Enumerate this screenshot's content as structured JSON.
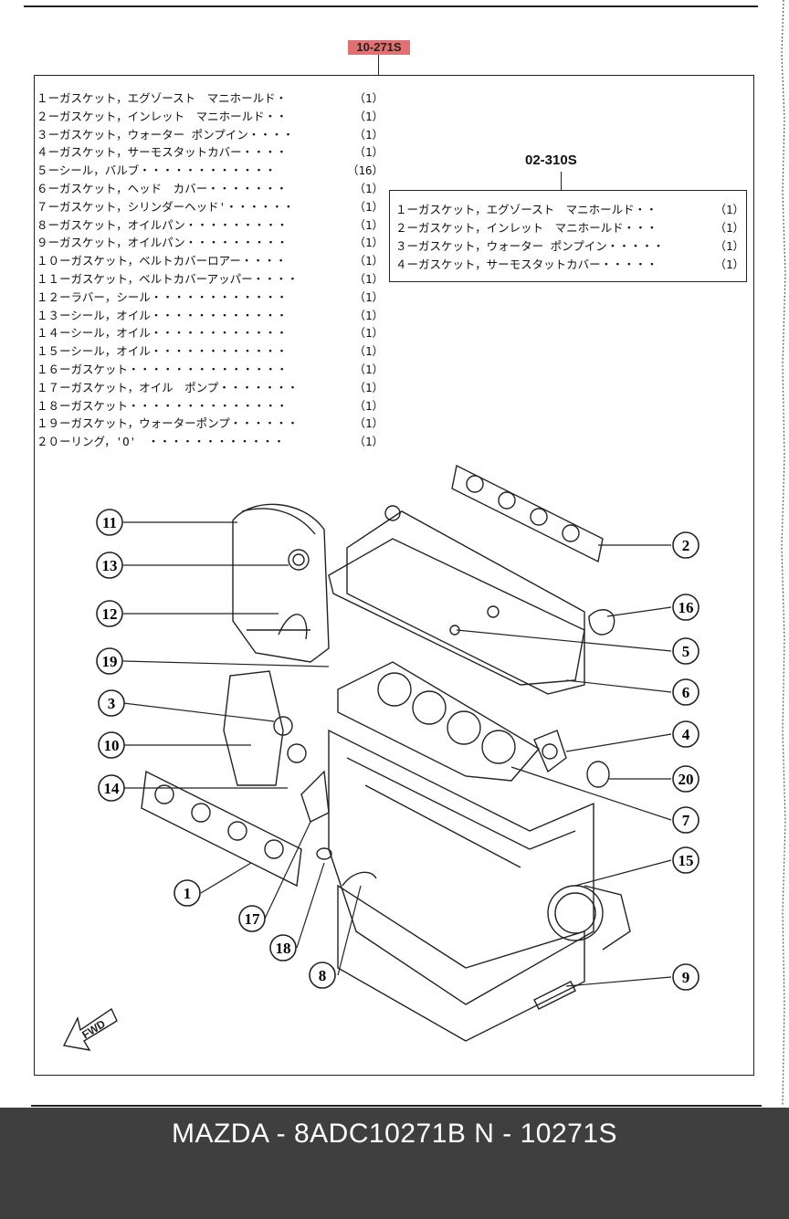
{
  "header": {
    "kit_ref": "10-271S"
  },
  "parts_list": [
    {
      "no": "１",
      "name": "ーガスケット，エグゾースト　マニホールド・",
      "qty": "（1）"
    },
    {
      "no": "２",
      "name": "ーガスケット，インレット　マニホールド・・",
      "qty": "（1）"
    },
    {
      "no": "３",
      "name": "ーガスケット，ウォーター ポンプイン・・・・",
      "qty": "（1）"
    },
    {
      "no": "４",
      "name": "ーガスケット，サーモスタットカバー・・・・",
      "qty": "（1）"
    },
    {
      "no": "５",
      "name": "ーシール，バルブ・・・・・・・・・・・・",
      "qty": "（16）"
    },
    {
      "no": "６",
      "name": "ーガスケット，ヘッド　カバー・・・・・・・",
      "qty": "（1）"
    },
    {
      "no": "７",
      "name": "ーガスケット，シリンダーヘッド'・・・・・・",
      "qty": "（1）"
    },
    {
      "no": "８",
      "name": "ーガスケット，オイルパン・・・・・・・・・",
      "qty": "（1）"
    },
    {
      "no": "９",
      "name": "ーガスケット，オイルパン・・・・・・・・・",
      "qty": "（1）"
    },
    {
      "no": "１０",
      "name": "ーガスケット，ベルトカバーロアー・・・・",
      "qty": "（1）"
    },
    {
      "no": "１１",
      "name": "ーガスケット，ベルトカバーアッパー・・・・",
      "qty": "（1）"
    },
    {
      "no": "１２",
      "name": "ーラバー，シール・・・・・・・・・・・・",
      "qty": "（1）"
    },
    {
      "no": "１３",
      "name": "ーシール，オイル・・・・・・・・・・・・",
      "qty": "（1）"
    },
    {
      "no": "１４",
      "name": "ーシール，オイル・・・・・・・・・・・・",
      "qty": "（1）"
    },
    {
      "no": "１５",
      "name": "ーシール，オイル・・・・・・・・・・・・",
      "qty": "（1）"
    },
    {
      "no": "１６",
      "name": "ーガスケット・・・・・・・・・・・・・・",
      "qty": "（1）"
    },
    {
      "no": "１７",
      "name": "ーガスケット，オイル　ポンプ・・・・・・・",
      "qty": "（1）"
    },
    {
      "no": "１８",
      "name": "ーガスケット・・・・・・・・・・・・・・",
      "qty": "（1）"
    },
    {
      "no": "１９",
      "name": "ーガスケット，ウォーターポンプ・・・・・・",
      "qty": "（1）"
    },
    {
      "no": "２０",
      "name": "ーリング，'O'　・・・・・・・・・・・・",
      "qty": "（1）"
    }
  ],
  "sub_kit": {
    "ref": "02-310S",
    "items": [
      {
        "no": "１",
        "name": "ーガスケット，エグゾースト　マニホールド・・",
        "qty": "（1）"
      },
      {
        "no": "２",
        "name": "ーガスケット，インレット　マニホールド・・・",
        "qty": "（1）"
      },
      {
        "no": "３",
        "name": "ーガスケット，ウォーター ポンプイン・・・・・",
        "qty": "（1）"
      },
      {
        "no": "４",
        "name": "ーガスケット，サーモスタットカバー・・・・・",
        "qty": "（1）"
      }
    ]
  },
  "callouts": [
    "11",
    "13",
    "12",
    "19",
    "3",
    "10",
    "14",
    "1",
    "17",
    "18",
    "8",
    "2",
    "16",
    "5",
    "6",
    "4",
    "20",
    "7",
    "15",
    "9"
  ],
  "fwd_label": "FWD",
  "footer": {
    "caption": "MAZDA - 8ADC10271B   N - 10271S"
  },
  "colors": {
    "highlight": "#e37070",
    "footer_bg": "#3f3f3f",
    "footer_text": "#ffffff"
  }
}
